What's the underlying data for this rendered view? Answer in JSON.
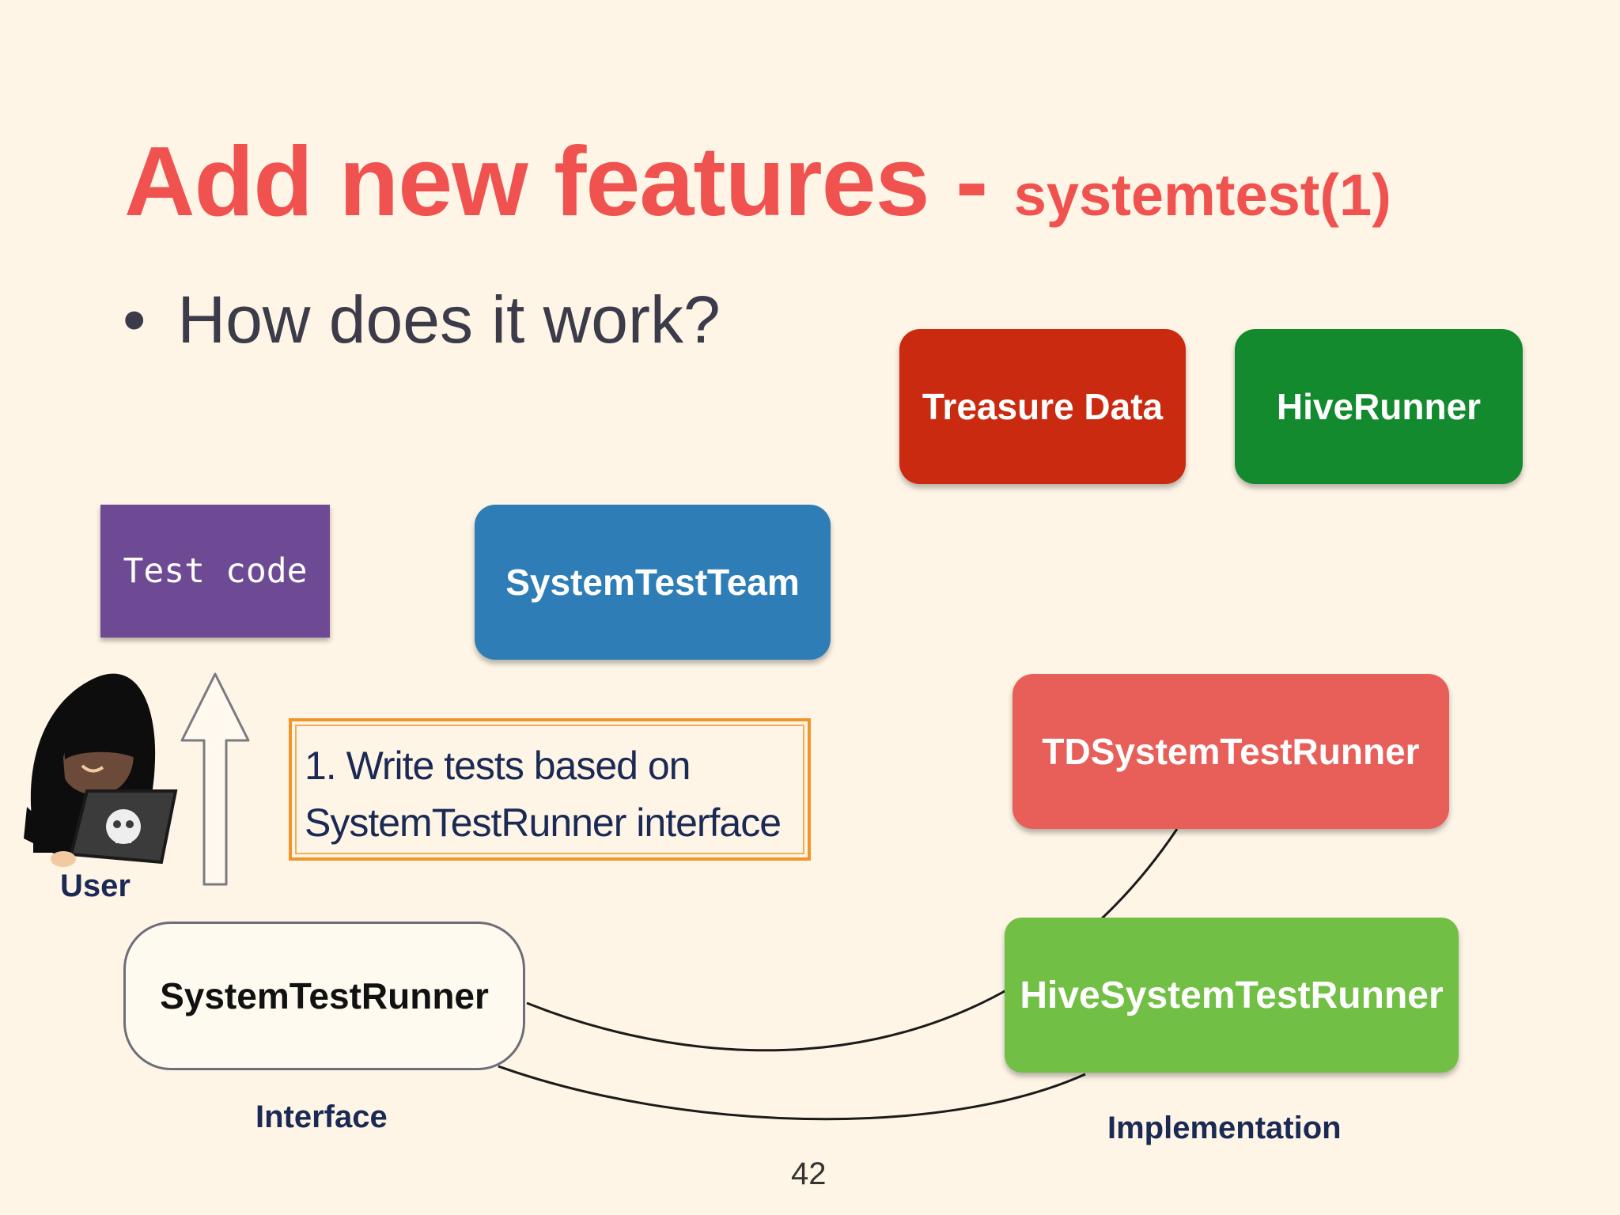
{
  "slide": {
    "title": "Add new features",
    "title_separator": " - ",
    "title_sub": "systemtest(1)",
    "bullet_symbol": "•",
    "bullet": "How does it work?",
    "page_number": "42"
  },
  "diagram": {
    "treasure_data": "Treasure Data",
    "hive_runner": "HiveRunner",
    "system_test_team": "SystemTestTeam",
    "test_code": "Test code",
    "td_system_test_runner": "TDSystemTestRunner",
    "hive_system_test_runner": "HiveSystemTestRunner",
    "system_test_runner": "SystemTestRunner",
    "step_line1": "1. Write tests based on",
    "step_line2": "SystemTestRunner interface",
    "user_label": "User",
    "interface_label": "Interface",
    "implementation_label": "Implementation"
  },
  "colors": {
    "background": "#fef5e6",
    "title": "#f0524f",
    "treasure_data": "#c92a10",
    "hive_runner": "#128a2d",
    "system_test_team": "#2f7db6",
    "test_code": "#6e4a95",
    "td_system_test_runner": "#e85f5a",
    "hive_system_test_runner": "#72bf45",
    "note_border": "#f0952a",
    "label_text": "#1a2a55"
  },
  "icons": {
    "user": "hooded-hacker-laptop-icon",
    "arrow": "up-arrow-icon"
  }
}
